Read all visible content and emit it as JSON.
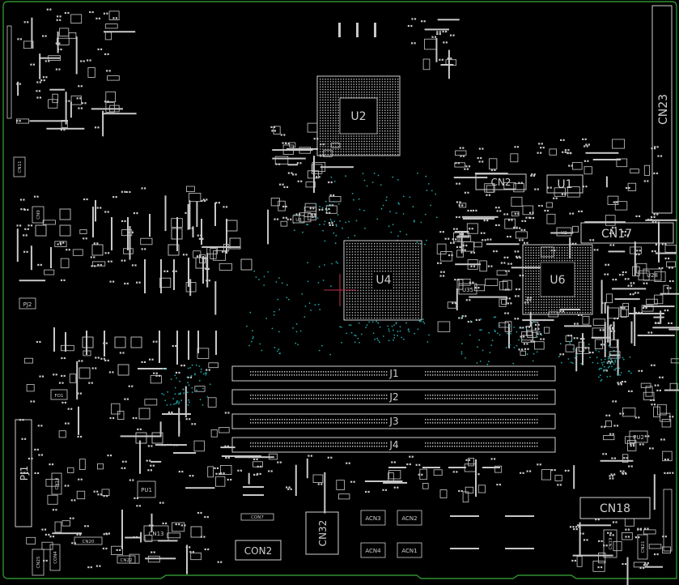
{
  "colors": {
    "background": "#000000",
    "outline": "#2f8f2f",
    "silk": "#d8d8d8",
    "pad": "#bfbfbf",
    "via": "#1fa7a7",
    "crosshair": "#c0304a"
  },
  "chips": {
    "u2": "U2",
    "u4": "U4",
    "u6": "U6"
  },
  "connectors": {
    "cn23": "CN23",
    "cn2": "CN2",
    "u1": "U1",
    "cn17": "CN17",
    "cn18": "CN18",
    "cn32": "CN32",
    "con2": "CON2",
    "pj1": "PJ1",
    "cn13": "CN13"
  },
  "dimm_slots": [
    "J1",
    "J2",
    "J3",
    "J4"
  ],
  "small_parts": {
    "acn3": "ACN3",
    "acn2": "ACN2",
    "acn4": "ACN4",
    "acn1": "ACN1",
    "u35": "U35",
    "u28": "U28",
    "pu2": "PU2",
    "pj2": "PJ2",
    "pu1": "PU1",
    "fo1": "FO1",
    "cn20": "CN20",
    "cn22": "CN22",
    "cn25": "CN25",
    "cn9": "CN9",
    "cn11": "CN11",
    "cn14": "CN14",
    "cn19": "CN19",
    "cn21": "CN21",
    "con4": "CON4",
    "con7": "CON7",
    "v2": "V2",
    "u3": "U3"
  }
}
